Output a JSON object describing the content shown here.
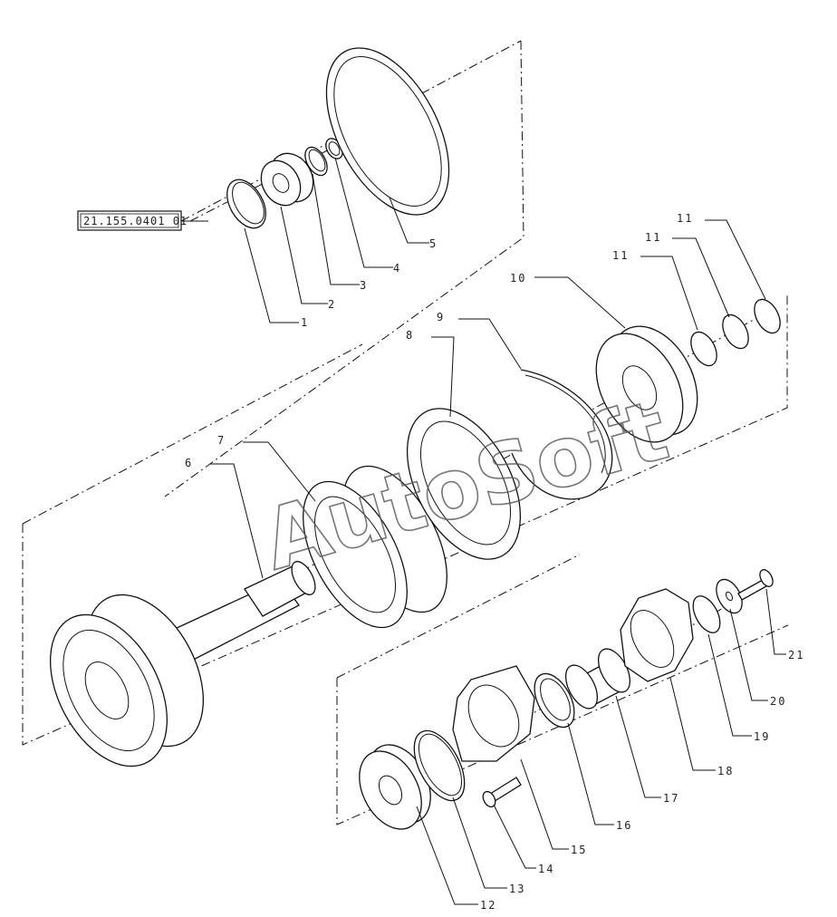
{
  "reference_box": "21.155.0401 01",
  "watermark": "AutoSoft",
  "callouts": [
    "1",
    "2",
    "3",
    "4",
    "5",
    "6",
    "7",
    "8",
    "9",
    "10",
    "11",
    "11",
    "11",
    "12",
    "13",
    "14",
    "15",
    "16",
    "17",
    "18",
    "19",
    "20",
    "21"
  ]
}
